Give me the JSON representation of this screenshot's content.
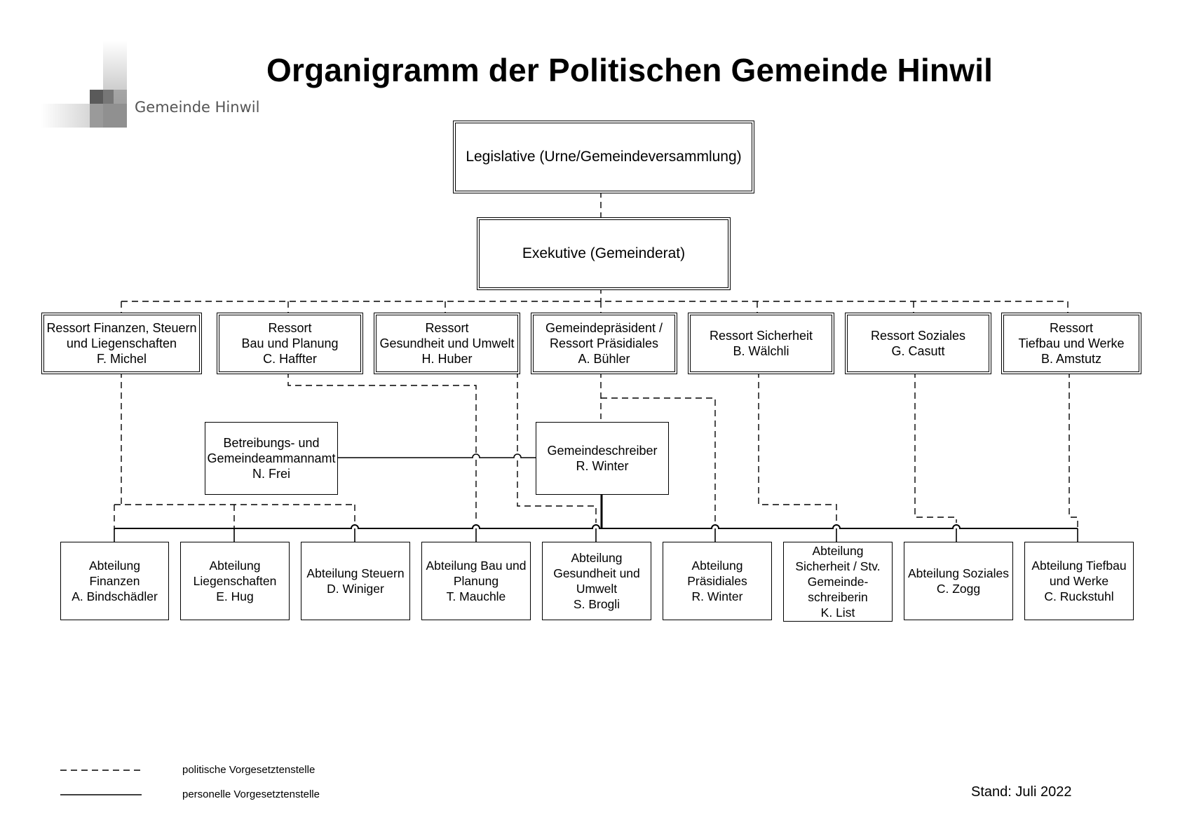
{
  "title": "Organigramm der Politischen Gemeinde Hinwil",
  "logo": {
    "text": "Gemeinde Hinwil"
  },
  "legislative": "Legislative (Urne/Gemeindeversammlung)",
  "executive": "Exekutive (Gemeinderat)",
  "ressorts": [
    "Ressort Finanzen, Steuern\nund Liegenschaften\nF. Michel",
    "Ressort\nBau und Planung\nC. Haffter",
    "Ressort\nGesundheit und Umwelt\nH. Huber",
    "Gemeindepräsident /\nRessort Präsidiales\nA. Bühler",
    "Ressort Sicherheit\nB. Wälchli",
    "Ressort Soziales\nG. Casutt",
    "Ressort\nTiefbau und Werke\nB. Amstutz"
  ],
  "betreibungsamt": "Betreibungs- und\nGemeindeammannamt\nN. Frei",
  "gemeindeschreiber": "Gemeindeschreiber\nR. Winter",
  "abteilungen": [
    "Abteilung\nFinanzen\nA. Bindschädler",
    "Abteilung\nLiegenschaften\nE. Hug",
    "Abteilung Steuern\nD. Winiger",
    "Abteilung Bau und\nPlanung\nT. Mauchle",
    "Abteilung\nGesundheit und\nUmwelt\nS. Brogli",
    "Abteilung\nPräsidiales\nR. Winter",
    "Abteilung\nSicherheit / Stv.\nGemeinde-\nschreiberin\nK. List",
    "Abteilung Soziales\nC. Zogg",
    "Abteilung Tiefbau\nund Werke\nC. Ruckstuhl"
  ],
  "legend": {
    "dashed": "politische Vorgesetztenstelle",
    "solid": "personelle Vorgesetztenstelle"
  },
  "stand": "Stand: Juli 2022"
}
